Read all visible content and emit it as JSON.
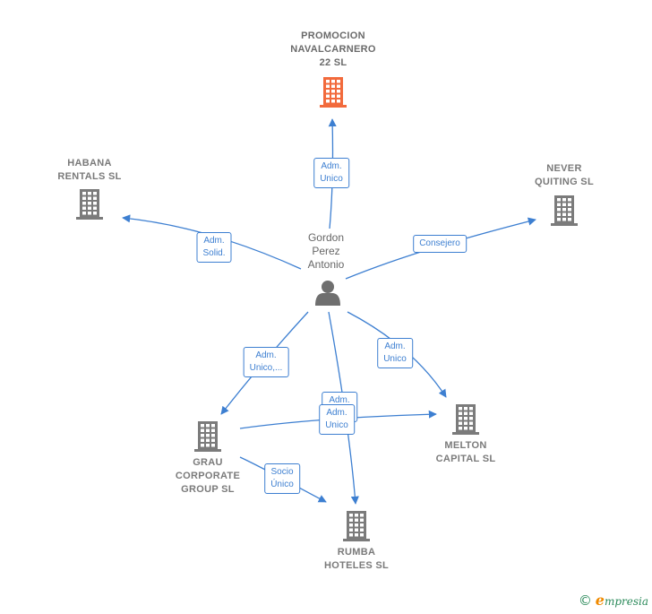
{
  "center": {
    "name_lines": [
      "Gordon",
      "Perez",
      "Antonio"
    ]
  },
  "companies": [
    {
      "id": "promocion",
      "lines": [
        "PROMOCION",
        "NAVALCARNERO",
        "22  SL"
      ],
      "color": "#f26a3c",
      "root": true
    },
    {
      "id": "habana",
      "lines": [
        "HABANA",
        "RENTALS  SL"
      ],
      "color": "#7b7b7b"
    },
    {
      "id": "never",
      "lines": [
        "NEVER",
        "QUITING SL"
      ],
      "color": "#7b7b7b"
    },
    {
      "id": "melton",
      "lines": [
        "MELTON",
        "CAPITAL  SL"
      ],
      "color": "#7b7b7b"
    },
    {
      "id": "grau",
      "lines": [
        "GRAU",
        "CORPORATE",
        "GROUP  SL"
      ],
      "color": "#7b7b7b"
    },
    {
      "id": "rumba",
      "lines": [
        "RUMBA",
        "HOTELES  SL"
      ],
      "color": "#7b7b7b"
    }
  ],
  "edges": [
    {
      "from": "center",
      "to": "promocion",
      "label": [
        "Adm.",
        "Unico"
      ]
    },
    {
      "from": "center",
      "to": "habana",
      "label": [
        "Adm.",
        "Solid."
      ]
    },
    {
      "from": "center",
      "to": "never",
      "label": [
        "Consejero"
      ]
    },
    {
      "from": "center",
      "to": "melton",
      "label": [
        "Adm.",
        "Unico"
      ]
    },
    {
      "from": "center",
      "to": "grau",
      "label": [
        "Adm.",
        "Unico,..."
      ]
    },
    {
      "from": "center",
      "to": "rumba",
      "label": [
        "Adm.",
        "Unico"
      ]
    },
    {
      "from": "grau",
      "to": "melton",
      "label": [
        "Adm.",
        "Unico"
      ]
    },
    {
      "from": "grau",
      "to": "rumba",
      "label": [
        "Socio",
        "Único"
      ]
    }
  ],
  "brand": {
    "copyright": "©",
    "name_initial": "e",
    "name_rest": "mpresia"
  },
  "colors": {
    "edge": "#3d7fd1",
    "person": "#6f6f6f"
  }
}
